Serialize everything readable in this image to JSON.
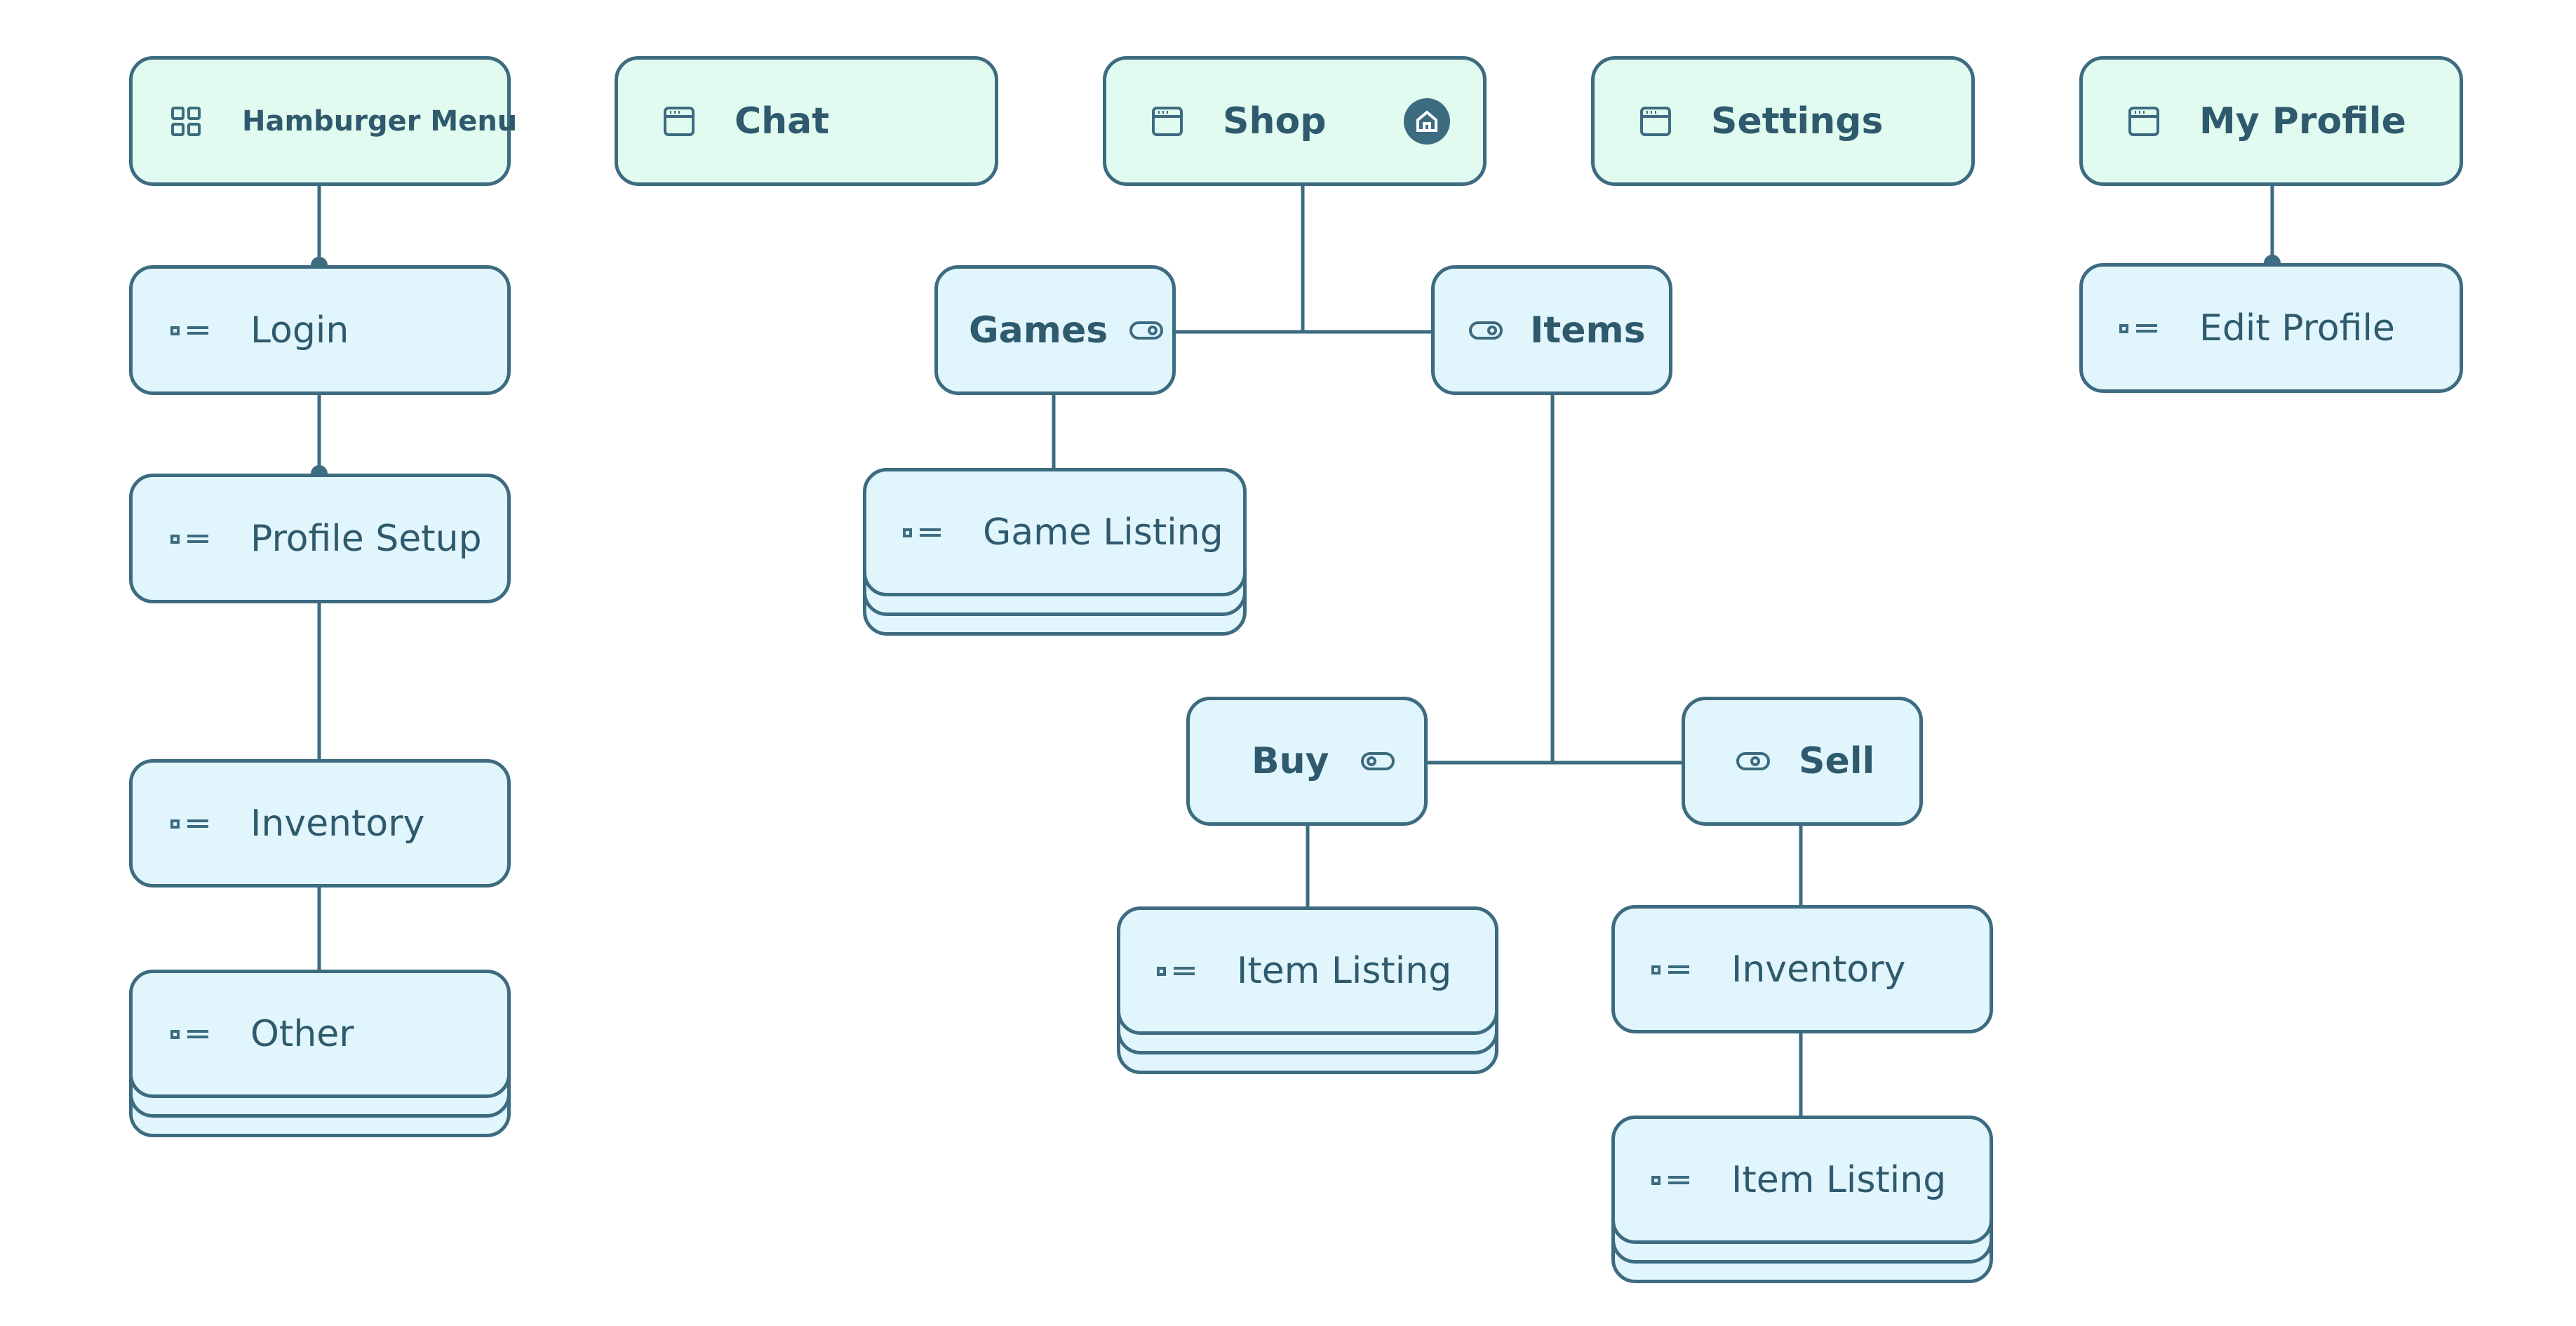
{
  "pages": {
    "hamburger": "Hamburger Menu",
    "chat": "Chat",
    "shop": "Shop",
    "settings": "Settings",
    "my_profile": "My Profile"
  },
  "components": {
    "login": "Login",
    "profile_setup": "Profile Setup",
    "inventory_left": "Inventory",
    "other": "Other",
    "games": "Games",
    "items": "Items",
    "game_listing": "Game Listing",
    "buy": "Buy",
    "sell": "Sell",
    "item_listing_buy": "Item Listing",
    "inventory_sell": "Inventory",
    "item_listing_sell": "Item Listing",
    "edit_profile": "Edit Profile"
  },
  "icons": {
    "page": "browser-window-icon",
    "hamburger": "grid-icon",
    "list": "list-icon",
    "toggle": "toggle-icon",
    "home": "home-icon"
  },
  "colors": {
    "page_fill": "#e2fbf0",
    "component_fill": "#e1f5fc",
    "stroke": "#3d6b80",
    "text": "#2f5a6d"
  }
}
